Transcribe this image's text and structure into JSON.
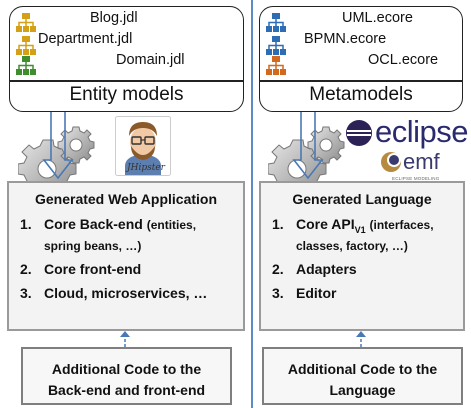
{
  "left": {
    "files": [
      "Blog.jdl",
      "Department.jdl",
      "Domain.jdl"
    ],
    "title": "Entity models",
    "logo_text": "JHipster",
    "generated": {
      "title": "Generated Web Application",
      "items": [
        {
          "num": "1.",
          "text": "Core Back-end",
          "note": "(entities,",
          "line2": "spring beans, …)"
        },
        {
          "num": "2.",
          "text": "Core front-end"
        },
        {
          "num": "3.",
          "text": "Cloud, microservices, …"
        }
      ]
    },
    "additional": {
      "line1": "Additional  Code to the",
      "line2": "Back-end and front-end"
    }
  },
  "right": {
    "files": [
      "UML.ecore",
      "BPMN.ecore",
      "OCL.ecore"
    ],
    "title": "Metamodels",
    "eclipse_text": "eclipse",
    "emf_text": "emf",
    "emf_sub": "ECLIPSE MODELING FRAMEWORK",
    "generated": {
      "title": "Generated Language",
      "items": [
        {
          "num": "1.",
          "text": "Core API",
          "sub": "V1",
          "note": "(interfaces,",
          "line2": "classes, factory, …)"
        },
        {
          "num": "2.",
          "text": "Adapters"
        },
        {
          "num": "3.",
          "text": "Editor"
        }
      ]
    },
    "additional": {
      "line1": "Additional  Code to the",
      "line2": "Language"
    }
  },
  "colors": {
    "separator": "#5b8bc9",
    "arrow": "#4a78b5",
    "hierarchy_yellow": "#d4a017",
    "hierarchy_green": "#3e8e2e",
    "hierarchy_blue": "#2e6db4",
    "hierarchy_orange": "#d2691e"
  }
}
